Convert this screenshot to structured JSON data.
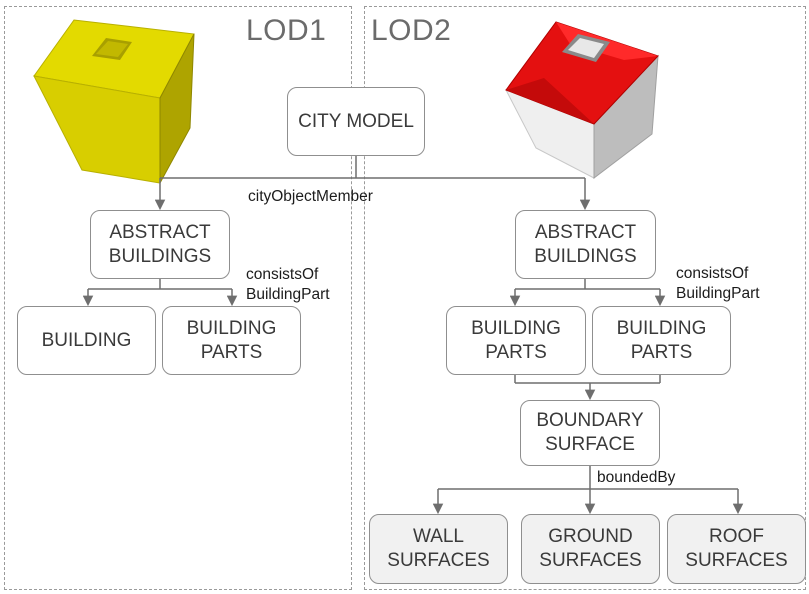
{
  "panels": {
    "lod1_title": "LOD1",
    "lod2_title": "LOD2"
  },
  "nodes": {
    "city_model": "CITY MODEL",
    "lod1_abstract_buildings": "ABSTRACT\nBUILDINGS",
    "lod1_building": "BUILDING",
    "lod1_building_parts": "BUILDING\nPARTS",
    "lod2_abstract_buildings": "ABSTRACT\nBUILDINGS",
    "lod2_building_parts_left": "BUILDING\nPARTS",
    "lod2_building_parts_right": "BUILDING\nPARTS",
    "boundary_surface": "BOUNDARY\nSURFACE",
    "wall_surfaces": "WALL\nSURFACES",
    "ground_surfaces": "GROUND\nSURFACES",
    "roof_surfaces": "ROOF\nSURFACES"
  },
  "edges": {
    "city_object_member": "cityObjectMember",
    "lod1_consists_of": "consistsOf\nBuildingPart",
    "lod2_consists_of": "consistsOf\nBuildingPart",
    "bounded_by": "boundedBy"
  },
  "colors": {
    "lod1_model": "#d6cc00",
    "lod2_roof": "#e41010",
    "lod2_walls": "#d9d9d9",
    "connector": "#6e6e6e"
  },
  "icons": {
    "lod1_model": "lod1-block-building-icon",
    "lod2_model": "lod2-roofed-building-icon"
  }
}
